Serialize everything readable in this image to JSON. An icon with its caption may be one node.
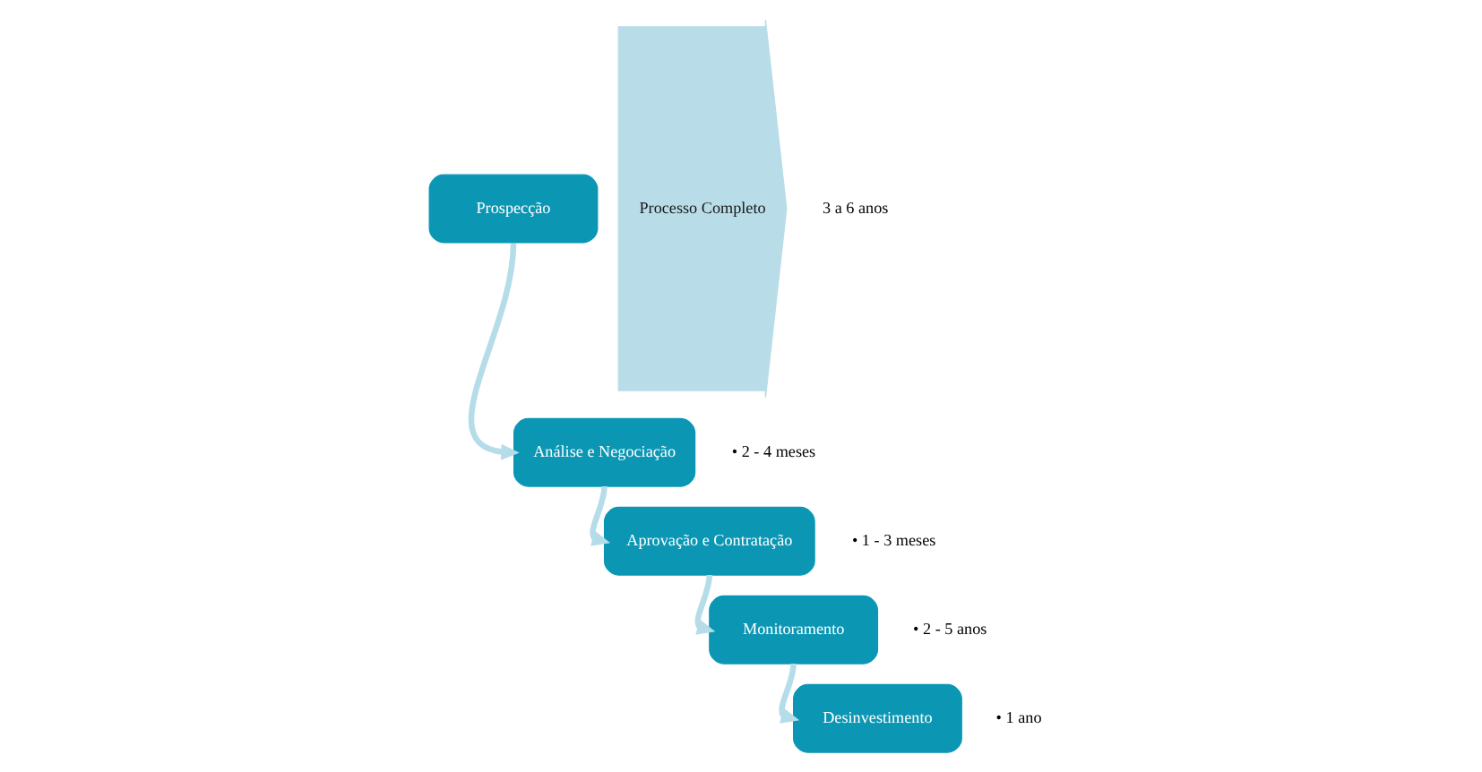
{
  "diagram": {
    "nodes": [
      {
        "text": [
          "Prospecção"
        ]
      },
      {
        "text": [
          "Análise e Negociação"
        ],
        "beside": [
          "• 2 - 4 meses"
        ]
      },
      {
        "text": [
          "Aprovação e Contratação"
        ],
        "beside": [
          "• 1 - 3 meses"
        ]
      },
      {
        "text": [
          "Monitoramento"
        ],
        "beside": [
          "• 2 - 5 anos"
        ]
      },
      {
        "text": [
          "Desinvestimento"
        ],
        "beside": [
          "• 1 ano"
        ]
      },
      {
        "text": [
          "Processo Completo"
        ],
        "beside": [
          "3 a 6 anos"
        ]
      }
    ],
    "edges": [
      {
        "from": 0,
        "to": 1,
        "arrow": "to"
      },
      {
        "from": 1,
        "to": 2,
        "arrow": "to"
      },
      {
        "from": 2,
        "to": 3,
        "arrow": "to"
      },
      {
        "from": 3,
        "to": 4,
        "arrow": "to"
      }
    ]
  }
}
